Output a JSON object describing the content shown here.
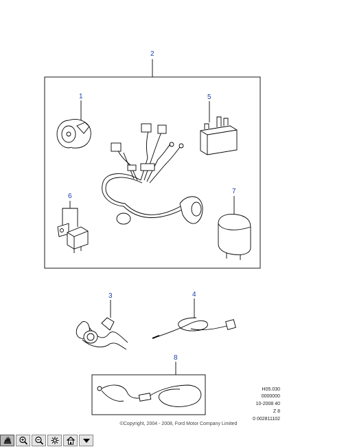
{
  "callouts": {
    "c1": "1",
    "c2": "2",
    "c3": "3",
    "c4": "4",
    "c5": "5",
    "c6": "6",
    "c7": "7",
    "c8": "8"
  },
  "reference": {
    "line1": "H05.030",
    "line2": "0000000",
    "line3": "10-2008 40",
    "line4": "Z 8",
    "line5": "0 002811102"
  },
  "copyright": "©Copyright, 2004 - 2008, Ford Motor Company Limited",
  "colors": {
    "callout": "#1a3cae",
    "line": "#000000",
    "toolbar_button": "#e4e4e4"
  },
  "toolbar": {
    "buttons": [
      {
        "icon": "pan-hand-icon",
        "active": true
      },
      {
        "icon": "zoom-in-icon",
        "active": false
      },
      {
        "icon": "zoom-out-icon",
        "active": false
      },
      {
        "icon": "reset-view-icon",
        "active": false
      },
      {
        "icon": "home-icon",
        "active": false
      },
      {
        "icon": "dropdown-arrow-icon",
        "active": false
      }
    ]
  }
}
